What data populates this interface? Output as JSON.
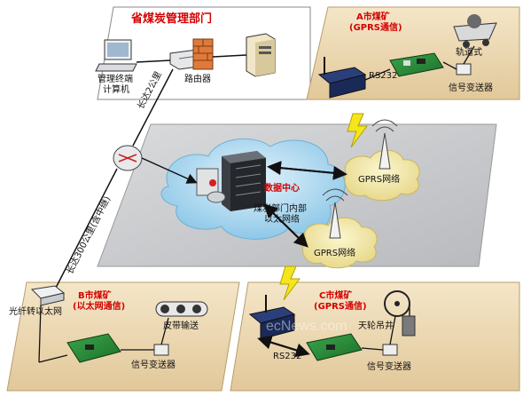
{
  "top_panel": {
    "title": "省煤炭管理部门",
    "terminal_label_1": "管理终端",
    "terminal_label_2": "计算机",
    "router_label": "路由器"
  },
  "mine_a": {
    "title_1": "A市煤矿",
    "title_2": "(GPRS通信)",
    "rs232": "RS232",
    "device": "轨道式",
    "transmitter": "信号变送器"
  },
  "center": {
    "data_center": "数据中心",
    "ethernet_1": "煤炭部门内部",
    "ethernet_2": "以太网络",
    "gprs_right": "GPRS网络",
    "gprs_lower": "GPRS网络"
  },
  "links": {
    "distance_2km": "长达2公里",
    "distance_300km": "长达300公里(含中继)"
  },
  "mine_b": {
    "converter": "光纤转以太网",
    "title_1": "B市煤矿",
    "title_2": "(以太网通信)",
    "device": "皮带输送",
    "transmitter": "信号变送器"
  },
  "mine_c": {
    "title_1": "C市煤矿",
    "title_2": "(GPRS通信)",
    "device": "天轮吊井",
    "rs232": "RS232",
    "transmitter": "信号变送器"
  },
  "watermark": "ecNews.com",
  "colors": {
    "panel_fill": "#ecd9b5",
    "center_platform": "#cfd0d2",
    "cloud": "#a9d6ef",
    "gprs_cloud": "#f2eaa6",
    "title_red": "#d40000",
    "lightning": "#f5e51c"
  }
}
